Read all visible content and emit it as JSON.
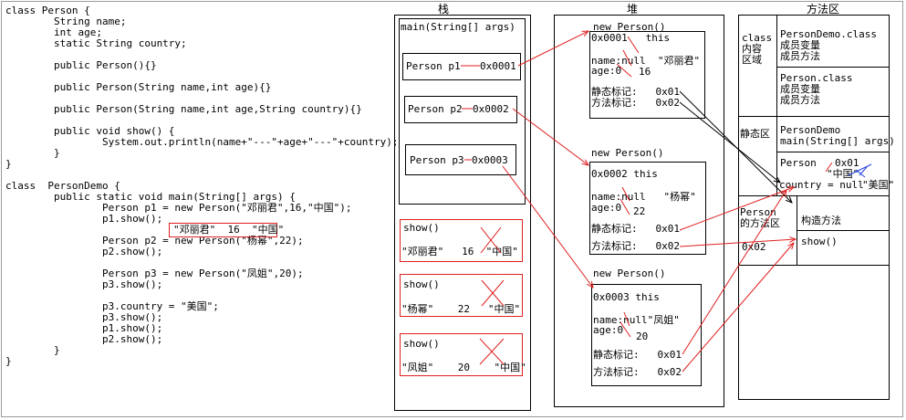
{
  "code": {
    "lines": [
      "class Person {",
      "        String name;",
      "        int age;",
      "        static String country;",
      "",
      "        public Person(){}",
      "",
      "        public Person(String name,int age){}",
      "",
      "        public Person(String name,int age,String country){}",
      "",
      "        public void show() {",
      "                System.out.println(name+\"---\"+age+\"---\"+country);",
      "        }",
      "}",
      "",
      "class  PersonDemo {",
      "        public static void main(String[] args) {",
      "                Person p1 = new Person(\"邓丽君\",16,\"中国\");",
      "                p1.show();",
      "",
      "                Person p2 = new Person(\"杨幂\",22);",
      "                p2.show();",
      "",
      "                Person p3 = new Person(\"凤姐\",20);",
      "                p3.show();",
      "",
      "                p3.country = \"美国\";",
      "                p3.show();",
      "                p1.show();",
      "                p2.show();",
      "        }",
      "}"
    ],
    "p1_output": "\"邓丽君\"  16  \"中国\""
  },
  "stack": {
    "title": "栈",
    "main_frame": "main(String[] args)",
    "vars": [
      {
        "name": "Person p1",
        "value": "0x0001"
      },
      {
        "name": "Person p2",
        "value": "0x0002"
      },
      {
        "name": "Person p3",
        "value": "0x0003"
      }
    ],
    "show_frames": [
      {
        "label": "show()",
        "values": "\"邓丽君\"   16  \"中国\""
      },
      {
        "label": "show()",
        "values": "\"杨幂\"    22   \"中国\""
      },
      {
        "label": "show()",
        "values": "\"凤姐\"    20    \"中国\""
      }
    ]
  },
  "heap": {
    "title": "堆",
    "objects": [
      {
        "header": "new Person()",
        "addr": "0x0001   this",
        "name_line": "name:null  \"邓丽君\"",
        "age_line": "age:0",
        "age_new": "16",
        "static_mark": "静态标记:   0x01",
        "method_mark": "方法标记:   0x02"
      },
      {
        "header": "new Person()",
        "addr": "0x0002 this",
        "name_line": "name:null   \"杨幂\"",
        "age_line": "age:0",
        "age_new": "22",
        "static_mark": "静态标记:   0x01",
        "method_mark": "方法标记:   0x02"
      },
      {
        "header": "new Person()",
        "addr": "0x0003 this",
        "name_line": "name:null\"凤姐\"",
        "age_line": "age:0",
        "age_new": "20",
        "static_mark": "静态标记:   0x01",
        "method_mark": "方法标记:   0x02"
      }
    ]
  },
  "method_area": {
    "title": "方法区",
    "class_area_label": [
      "class",
      "内容",
      "区域"
    ],
    "persondemo_class": [
      "PersonDemo.class",
      "成员变量",
      "成员方法"
    ],
    "person_class": [
      "Person.class",
      "成员变量",
      "成员方法"
    ],
    "static_area_label": "静态区",
    "static_persondemo": [
      "PersonDemo",
      "main(String[] args)"
    ],
    "static_person": {
      "name": "Person",
      "addr": "0x01",
      "old_value": "\"中国\"",
      "country_line": "country = null",
      "new_value": "\"美国\""
    },
    "person_methods_label": [
      "Person",
      "的方法区"
    ],
    "methods_addr": "0x02",
    "constructor": "构造方法",
    "show_method": "show()"
  },
  "colors": {
    "arrow": "#e02020",
    "annotation": "#e02020",
    "border": "#000000"
  }
}
